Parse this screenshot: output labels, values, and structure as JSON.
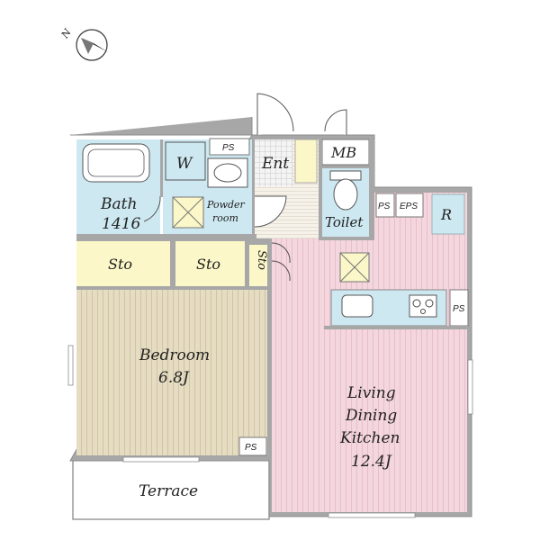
{
  "compass": {
    "label": "N"
  },
  "rooms": {
    "bath": {
      "name": "Bath",
      "size": "1416"
    },
    "washer": "W",
    "ps_top": "PS",
    "entrance": "Ent",
    "mb": "MB",
    "powder": {
      "line1": "Powder",
      "line2": "room"
    },
    "toilet": "Toilet",
    "ps_mid": "PS",
    "eps": "EPS",
    "refrigerator": "R",
    "sto_left": "Sto",
    "sto_mid": "Sto",
    "sto_vertical": "Sto",
    "ps_kitchen": "PS",
    "bedroom": {
      "name": "Bedroom",
      "size": "6.8J"
    },
    "ldk": {
      "line1": "Living",
      "line2": "Dining",
      "line3": "Kitchen",
      "size": "12.4J"
    },
    "ps_bottom": "PS",
    "terrace": "Terrace"
  },
  "colors": {
    "wall": "#a9a9a9",
    "wet_area": "#cfe9f1",
    "storage": "#fbf7c8",
    "bedroom_floor": "#e3d9bf",
    "ldk_floor": "#f3d4dc"
  }
}
